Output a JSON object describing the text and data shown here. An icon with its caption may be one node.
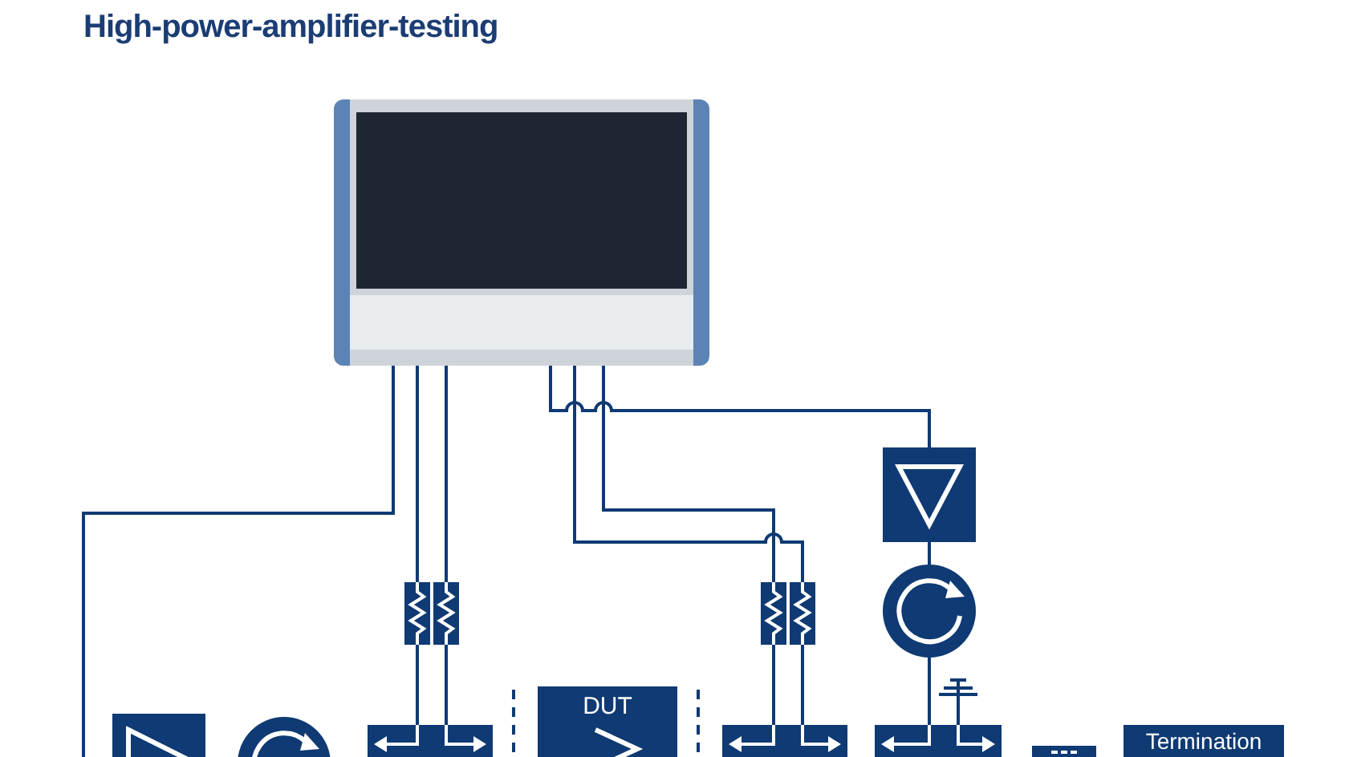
{
  "diagram": {
    "title": "High-power-amplifier-testing",
    "nodes": [
      {
        "text": [],
        "shape": "picture"
      },
      {
        "text": [],
        "shape": "box"
      },
      {
        "text": [],
        "shape": "circle"
      },
      {
        "text": [],
        "shape": "box"
      },
      {
        "text": [],
        "shape": "box"
      },
      {
        "text": [],
        "shape": "box"
      },
      {
        "text": [],
        "shape": "box"
      },
      {
        "text": [],
        "shape": "box"
      },
      {
        "text": [],
        "shape": "circle"
      },
      {
        "text": [],
        "shape": "box"
      },
      {
        "text": [
          "DUT"
        ]
      },
      {
        "text": [],
        "shape": "box"
      },
      {
        "text": [],
        "shape": "box"
      },
      {
        "text": [],
        "shape": "box"
      },
      {
        "text": [
          "Termination"
        ]
      }
    ],
    "edges": [
      {
        "from": 0,
        "to": null,
        "arrow": "none"
      },
      {
        "from": 0,
        "to": 3,
        "arrow": "none"
      },
      {
        "from": 0,
        "to": 4,
        "arrow": "none"
      },
      {
        "from": 3,
        "to": 9,
        "arrow": "none"
      },
      {
        "from": 4,
        "to": 9,
        "arrow": "none"
      },
      {
        "from": 0,
        "to": 1,
        "arrow": "none"
      },
      {
        "from": 0,
        "to": 6,
        "arrow": "none"
      },
      {
        "from": 0,
        "to": 5,
        "arrow": "none"
      },
      {
        "from": 5,
        "to": 11,
        "arrow": "none"
      },
      {
        "from": 6,
        "to": 11,
        "arrow": "none"
      },
      {
        "from": 1,
        "to": 2,
        "arrow": "none"
      },
      {
        "from": 2,
        "to": 12,
        "arrow": "none"
      }
    ]
  }
}
